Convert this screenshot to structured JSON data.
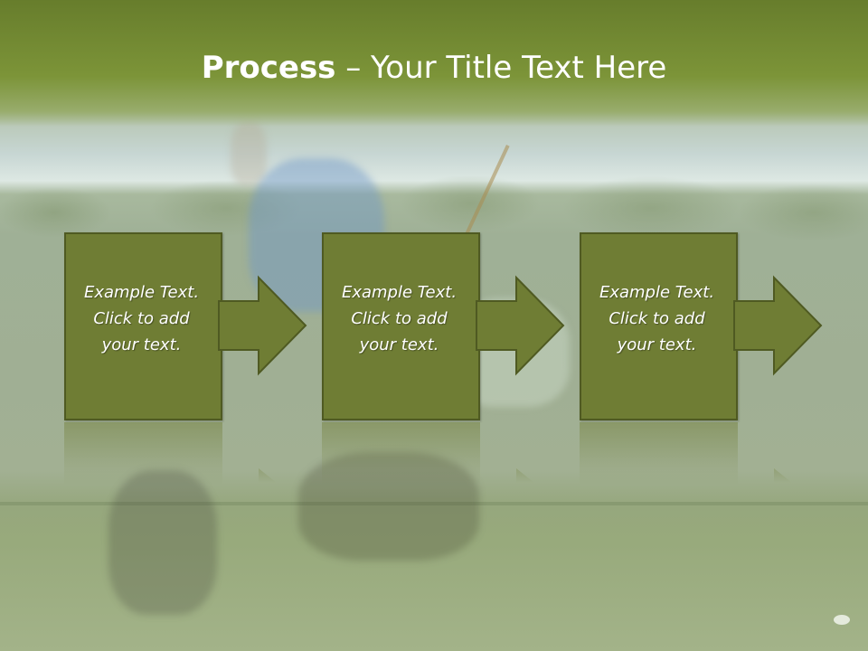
{
  "slide": {
    "title_bold": "Process",
    "title_rest": " – Your Title Text Here"
  },
  "steps": [
    {
      "line1": "Example Text.",
      "line2": "Click  to add",
      "line3": "your text."
    },
    {
      "line1": "Example Text.",
      "line2": "Click  to add",
      "line3": "your text."
    },
    {
      "line1": "Example Text.",
      "line2": "Click  to add",
      "line3": "your text."
    }
  ],
  "colors": {
    "title_band": "#7c9438",
    "step_fill": "#6f7d34",
    "step_border": "#4f5a22",
    "text": "#ffffff"
  },
  "background": {
    "image": "polo-match-photo"
  }
}
